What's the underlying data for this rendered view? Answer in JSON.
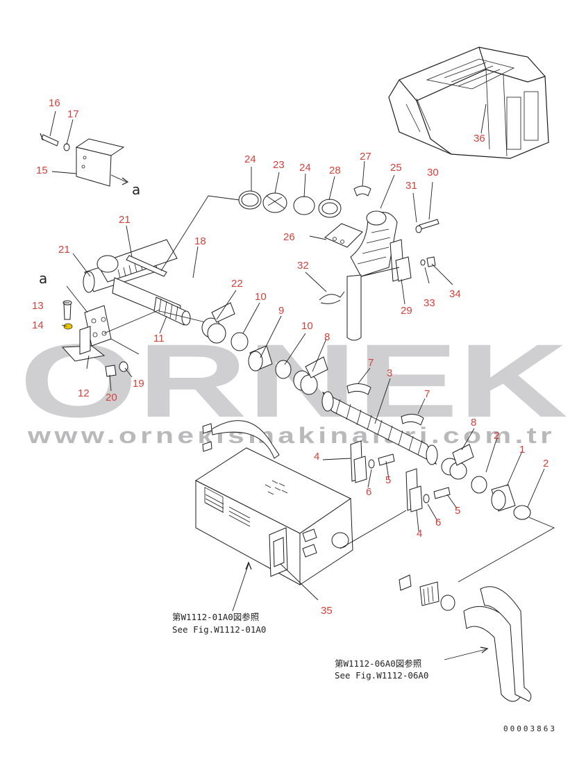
{
  "watermark": {
    "brand": "ORNEK",
    "url": "www.orneкismakinalari.com.tr"
  },
  "callouts": {
    "c1": "1",
    "c2a": "2",
    "c2b": "2",
    "c3": "3",
    "c4a": "4",
    "c4b": "4",
    "c5a": "5",
    "c5b": "5",
    "c6a": "6",
    "c6b": "6",
    "c7a": "7",
    "c7b": "7",
    "c8a": "8",
    "c8b": "8",
    "c9": "9",
    "c10a": "10",
    "c10b": "10",
    "c11": "11",
    "c12": "12",
    "c13": "13",
    "c14": "14",
    "c15": "15",
    "c16": "16",
    "c17": "17",
    "c18": "18",
    "c19": "19",
    "c20": "20",
    "c21a": "21",
    "c21b": "21",
    "c22": "22",
    "c23": "23",
    "c24a": "24",
    "c24b": "24",
    "c25": "25",
    "c26": "26",
    "c27": "27",
    "c28": "28",
    "c29": "29",
    "c30": "30",
    "c31": "31",
    "c32": "32",
    "c33": "33",
    "c34": "34",
    "c35": "35",
    "c36": "36"
  },
  "connection_marks": {
    "a_right": "a",
    "a_left": "a"
  },
  "references": {
    "ref1_jp": "第W1112-01A0図参照",
    "ref1_en": "See Fig.W1112-01A0",
    "ref2_jp": "第W1112-06A0図参照",
    "ref2_en": "See Fig.W1112-06A0"
  },
  "document_number": "00003863"
}
